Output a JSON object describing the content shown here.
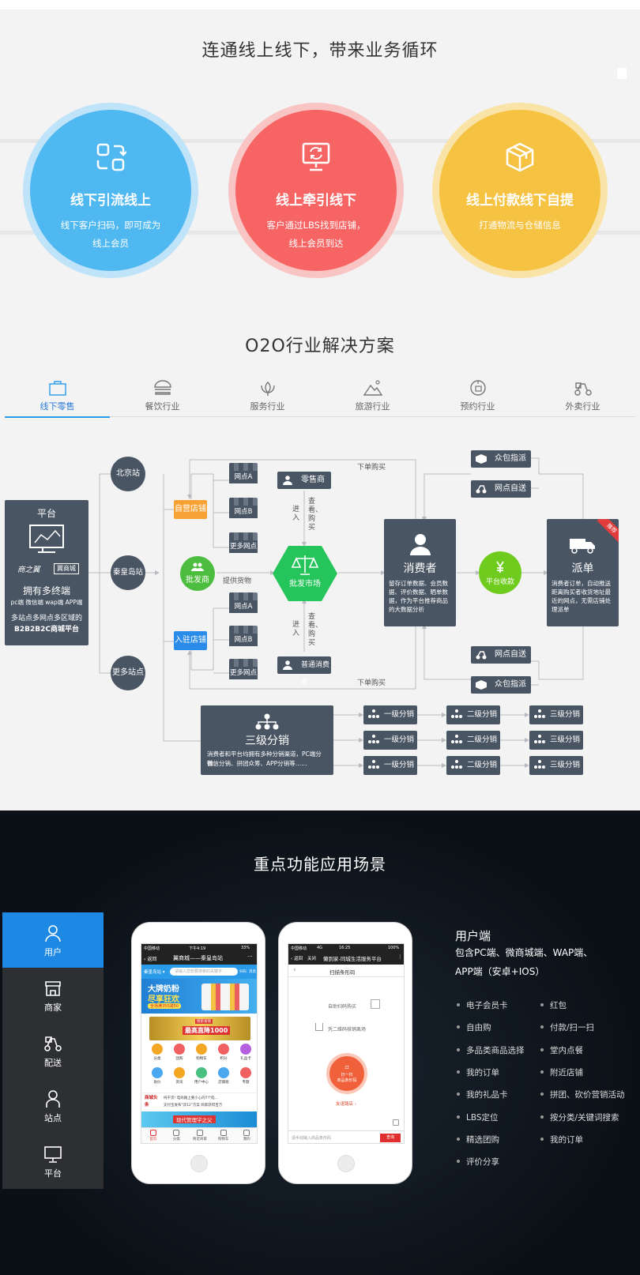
{
  "section1": {
    "title": "连通线上线下，带来业务循环",
    "circles": [
      {
        "title": "线下引流线上",
        "desc1": "线下客户扫码，即可成为",
        "desc2": "线上会员",
        "icon": "swap-arrows-icon",
        "color": "#4fb8f0",
        "ring": "#bfe4f9"
      },
      {
        "title": "线上牵引线下",
        "desc1": "客户通过LBS找到店铺，",
        "desc2": "线上会员到达",
        "icon": "monitor-refresh-icon",
        "color": "#f76464",
        "ring": "#f9c4c4"
      },
      {
        "title": "线上付款线下自提",
        "desc1": "打通物流与仓储信息",
        "desc2": "",
        "icon": "package-box-icon",
        "color": "#f5c242",
        "ring": "#fae3a6"
      }
    ]
  },
  "section2": {
    "title": "O2O行业解决方案",
    "tabs": [
      {
        "label": "线下零售",
        "icon": "shopping-bag-icon"
      },
      {
        "label": "餐饮行业",
        "icon": "burger-icon"
      },
      {
        "label": "服务行业",
        "icon": "lotus-icon"
      },
      {
        "label": "旅游行业",
        "icon": "mountain-icon"
      },
      {
        "label": "预约行业",
        "icon": "clock-calendar-icon"
      },
      {
        "label": "外卖行业",
        "icon": "scooter-icon"
      }
    ],
    "diagram": {
      "platform": {
        "title": "平台",
        "brand": "商之翼",
        "badge": "翼商城",
        "line1": "拥有多终端",
        "line2": "pc端  微信端  wap端  APP端",
        "line3": "多站点多网点多区域的",
        "line4": "B2B2B2C商城平台"
      },
      "stations": [
        "北京站",
        "秦皇岛站",
        "更多站点"
      ],
      "self_store": "自营店铺",
      "join_store": "入驻店铺",
      "wholesaler": "批发商",
      "supply_label": "提供货物",
      "market": "批发市场",
      "retailer": "零售商",
      "consumer_small": "普通消费者",
      "enter": "进入",
      "browse": "查看、购买",
      "stores_top": [
        "网点A",
        "网点B",
        "更多网点"
      ],
      "stores_bottom": [
        "网点A",
        "网点B",
        "更多网点"
      ],
      "order_buy": "下单购买",
      "consumer": {
        "title": "消费者",
        "desc": "留存订单数据、会员数据、评价数据、晒单数据，作为平台推荐商品的大数据分析"
      },
      "pay": "平台收款",
      "dispatch": {
        "title": "派单",
        "badge": "推荐",
        "desc": "消费者订单，自动推送距离购买者收货地址最近的网点，无需店铺处理派单"
      },
      "crowd": "众包指派",
      "outlet": "网点自送",
      "distribution": {
        "title": "三级分销",
        "desc1": "消费者和平台均拥有多种分销渠道，PC端分销、",
        "desc2": "微信分销、拼团众筹、APP分销等……"
      },
      "level1": "一级分销",
      "level2": "二级分销",
      "level3": "三级分销"
    }
  },
  "section3": {
    "title": "重点功能应用场景",
    "sidebar": [
      "用户",
      "商家",
      "配送",
      "站点",
      "平台"
    ],
    "phone1": {
      "status_left": "中国移动",
      "status_time": "下午4:19",
      "status_right": "33%",
      "back": "返回",
      "title": "翼商城——秦皇岛站",
      "city": "秦皇岛站",
      "search_placeholder": "请输入您想要搜索的关键字",
      "scan": "扫码",
      "message": "消息",
      "banner1_line1": "大牌奶粉",
      "banner1_line2": "尽享狂欢",
      "banner1_line3": "全场满350减50",
      "banner2_tag": "搜索省钱",
      "banner2_text": "最高直降1000",
      "icons": [
        {
          "label": "分类",
          "color": "#f5a623"
        },
        {
          "label": "团购",
          "color": "#f06060"
        },
        {
          "label": "购物车",
          "color": "#f5a623"
        },
        {
          "label": "积分",
          "color": "#f06060"
        },
        {
          "label": "礼品卡",
          "color": "#b460e0"
        },
        {
          "label": "砍价",
          "color": "#4aa8f0"
        },
        {
          "label": "资讯",
          "color": "#f5a623"
        },
        {
          "label": "用户中心",
          "color": "#4ac080"
        },
        {
          "label": "店铺街",
          "color": "#4aa8f0"
        },
        {
          "label": "专题",
          "color": "#f06060"
        }
      ],
      "news_logo": "商城头条",
      "news1": "纯干货! 电商路上要小心的7个陷...",
      "news2": "支付宝发布\"双12\"方案 商家获得百万",
      "promo": "现代管理学之父",
      "nav": [
        "首页",
        "分类",
        "附近商家",
        "购物车",
        "我的"
      ]
    },
    "phone2": {
      "status_left": "中国移动",
      "status_network": "4G",
      "status_time": "16:25",
      "status_right": "100%",
      "back": "返回",
      "close": "关闭",
      "title": "懒到家-同城生活服务平台",
      "subtitle": "扫描条形码",
      "opt1": "自助扫码购买",
      "opt2": "凭二维码核销离场",
      "scan_btn1": "扫一扫",
      "scan_btn2": "商品条形码",
      "store": "友谊路店",
      "input_placeholder": "请手动输入商品条形码",
      "search": "查询"
    },
    "feature_title": "用户端",
    "feature_desc1": "包含PC端、微商城端、WAP端、",
    "feature_desc2": "APP端（安卓+IOS）",
    "features_left": [
      "电子会员卡",
      "自由购",
      "多品类商品选择",
      "我的订单",
      "我的礼品卡",
      "LBS定位",
      "精选团购",
      "评价分享"
    ],
    "features_right": [
      "红包",
      "付款/扫一扫",
      "堂内点餐",
      "附近店铺",
      "拼团、砍价营销活动",
      "按分类/关键词搜索",
      "我的订单"
    ]
  }
}
